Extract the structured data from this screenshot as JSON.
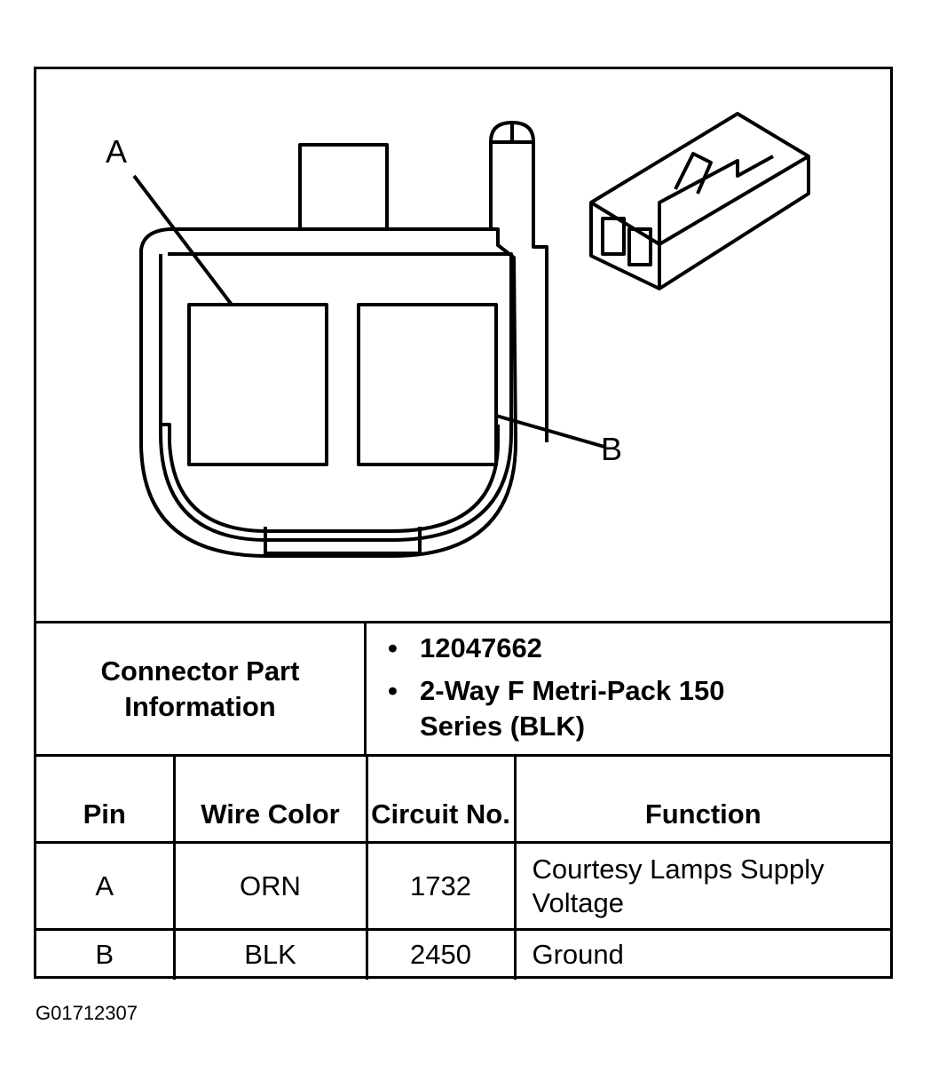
{
  "diagram": {
    "callout_a": "A",
    "callout_b": "B"
  },
  "connector_info": {
    "label": "Connector Part Information",
    "items": [
      "12047662",
      "2-Way F Metri-Pack 150 Series (BLK)"
    ]
  },
  "pin_table": {
    "headers": [
      "Pin",
      "Wire Color",
      "Circuit No.",
      "Function"
    ],
    "rows": [
      {
        "pin": "A",
        "wire_color": "ORN",
        "circuit": "1732",
        "function": "Courtesy Lamps Supply Voltage"
      },
      {
        "pin": "B",
        "wire_color": "BLK",
        "circuit": "2450",
        "function": "Ground"
      }
    ]
  },
  "figure_code": "G01712307"
}
